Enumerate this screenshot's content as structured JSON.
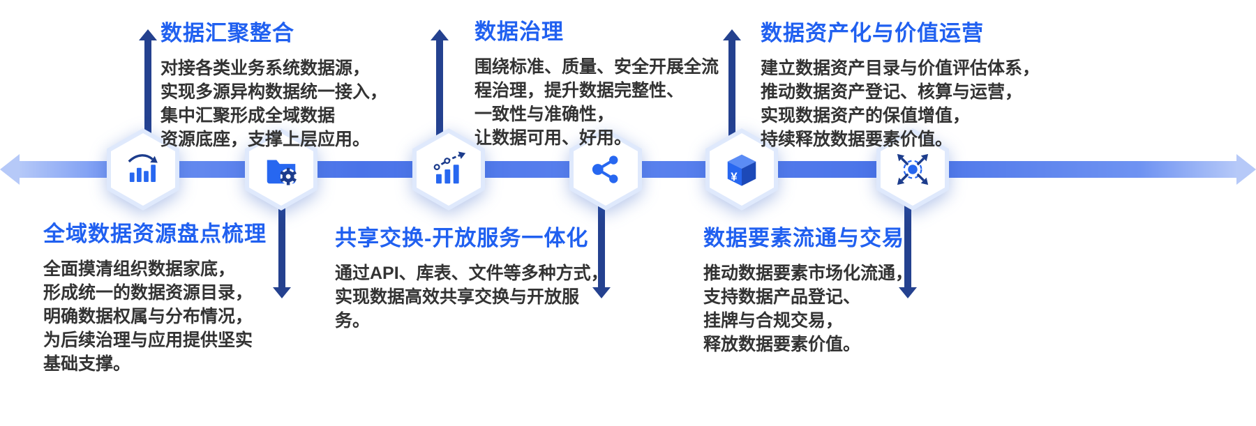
{
  "colors": {
    "title_blue": "#2060f0",
    "band_blue": "#4a73e8",
    "band_light": "#b6c9f8",
    "connector_navy": "#24418f",
    "body_text": "#333333",
    "icon_blue": "#2767f0",
    "icon_navy": "#1c3c8c"
  },
  "timeline": {
    "hexagons": [
      {
        "icon": "bar-chart-trend-arrow-icon"
      },
      {
        "icon": "folder-gear-icon"
      },
      {
        "icon": "growth-bar-line-icon"
      },
      {
        "icon": "share-network-icon"
      },
      {
        "icon": "cube-yuan-icon"
      },
      {
        "icon": "spread-arrows-icon"
      }
    ]
  },
  "top_blocks": [
    {
      "title": "数据汇聚整合",
      "lines": [
        "对接各类业务系统数据源，",
        "实现多源异构数据统一接入，",
        "集中汇聚形成全域数据",
        "资源底座，支撑上层应用。"
      ]
    },
    {
      "title": "数据治理",
      "lines": [
        "围绕标准、质量、安全开展全流",
        "程治理，提升数据完整性、",
        "一致性与准确性，",
        "让数据可用、好用。"
      ]
    },
    {
      "title": "数据资产化与价值运营",
      "lines": [
        "建立数据资产目录与价值评估体系，",
        "推动数据资产登记、核算与运营，",
        "实现数据资产的保值增值，",
        "持续释放数据要素价值。"
      ]
    }
  ],
  "bottom_blocks": [
    {
      "title": "全域数据资源盘点梳理",
      "lines": [
        "全面摸清组织数据家底，",
        "形成统一的数据资源目录，",
        "明确数据权属与分布情况，",
        "为后续治理与应用提供坚实",
        "基础支撑。"
      ]
    },
    {
      "title": "共享交换-开放服务一体化",
      "lines": [
        "通过API、库表、文件等多种方式，",
        "实现数据高效共享交换与开放服",
        "务。"
      ]
    },
    {
      "title": "数据要素流通与交易",
      "lines": [
        "推动数据要素市场化流通，",
        "支持数据产品登记、",
        "挂牌与合规交易，",
        "释放数据要素价值。"
      ]
    }
  ]
}
